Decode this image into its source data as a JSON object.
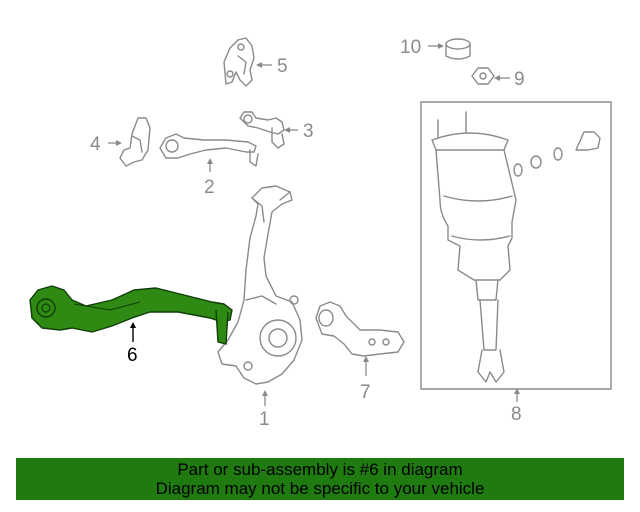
{
  "callouts": {
    "c1": "1",
    "c2": "2",
    "c3": "3",
    "c4": "4",
    "c5": "5",
    "c6": "6",
    "c7": "7",
    "c8": "8",
    "c9": "9",
    "c10": "10"
  },
  "highlight_part": "6",
  "colors": {
    "highlight": "#1f7a0f",
    "part_fill": "#2e8a12",
    "line": "#8a8a8a",
    "banner": "#1f7a0f"
  },
  "banner": {
    "line1": "Part or sub-assembly is #6 in diagram",
    "line2": "Diagram may not be specific to your vehicle"
  }
}
